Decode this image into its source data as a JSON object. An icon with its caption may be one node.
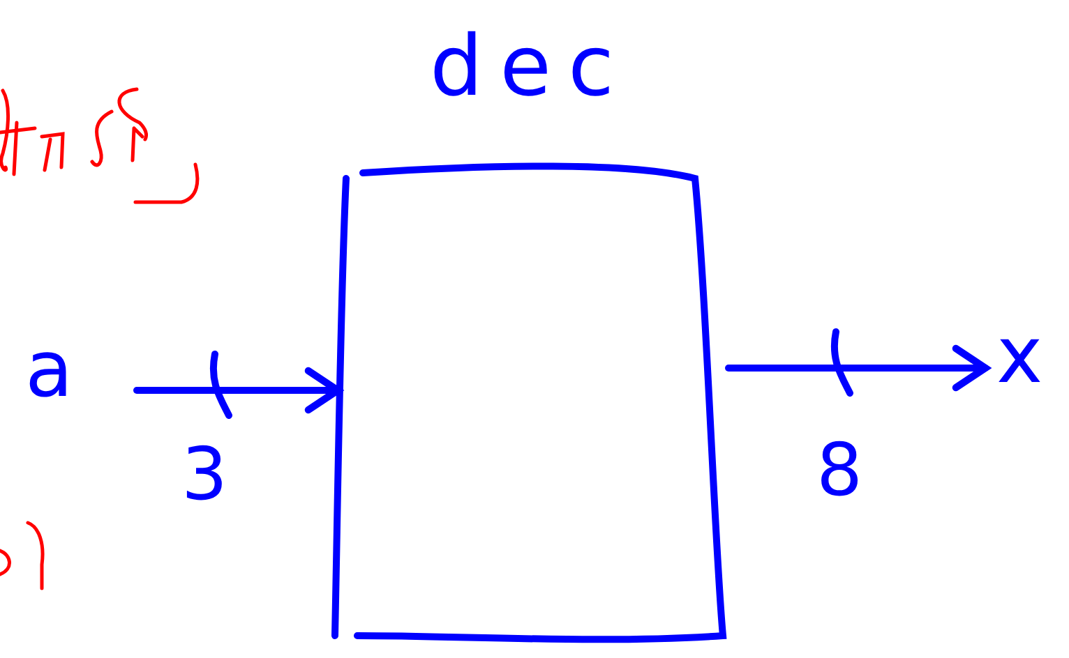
{
  "diagram": {
    "nodes": [
      {
        "text": [
          "a"
        ]
      },
      {
        "text": [
          "dec"
        ]
      },
      {
        "text": [
          "x"
        ]
      }
    ],
    "edges": [
      {
        "from": 0,
        "to": 1,
        "arrow": "to",
        "label": "3"
      },
      {
        "from": 1,
        "to": 2,
        "arrow": "to",
        "label": "8"
      }
    ]
  }
}
